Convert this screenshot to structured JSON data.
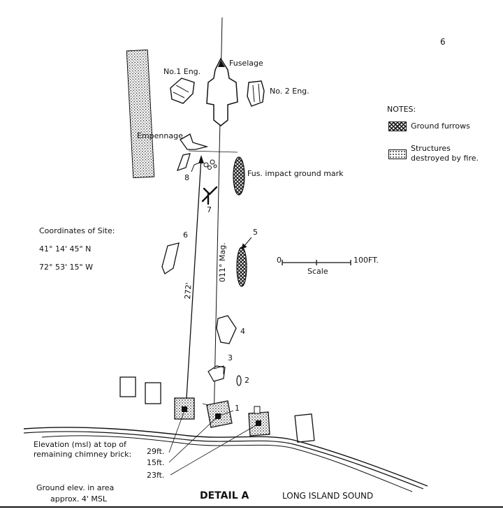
{
  "aircraft_parts": {
    "fuselage": "Fuselage",
    "engine1": "No.1 Eng.",
    "engine2": "No. 2 Eng.",
    "empennage": "Empennage",
    "impact_mark": "Fus. impact ground mark"
  },
  "notes": {
    "title": "NOTES:",
    "ground_furrows": "Ground furrows",
    "structures_line1": "Structures",
    "structures_line2": "destroyed by fire."
  },
  "coordinates": {
    "title": "Coordinates of Site:",
    "lat": "41° 14' 45\" N",
    "lon": "72° 53' 15\" W"
  },
  "scale": {
    "start": "0",
    "end": "100FT.",
    "label": "Scale"
  },
  "measurements": {
    "distance": "272'",
    "heading": "011° Mag."
  },
  "point_labels": [
    "1",
    "2",
    "3",
    "4",
    "5",
    "6",
    "7",
    "8"
  ],
  "elevation": {
    "title_line1": "Elevation (msl) at top of",
    "title_line2": "remaining chimney brick:",
    "values": [
      "29ft.",
      "15ft.",
      "23ft."
    ],
    "ground_line1": "Ground elev. in area",
    "ground_line2": "approx. 4' MSL"
  },
  "footer": {
    "detail": "DETAIL A",
    "water": "LONG ISLAND SOUND"
  },
  "page_mark": "6"
}
